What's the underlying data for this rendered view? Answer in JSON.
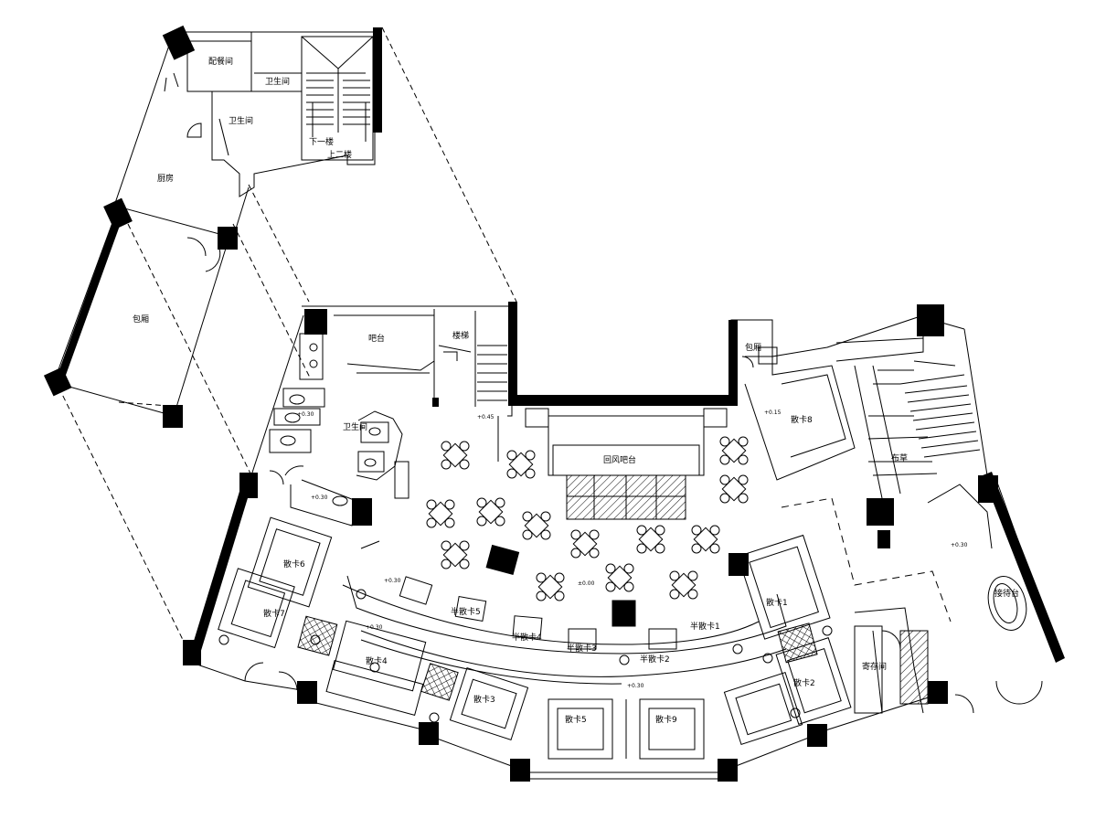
{
  "plan": {
    "rooms": [
      {
        "key": "r_a",
        "text": "配餐间"
      },
      {
        "key": "r_b",
        "text": "卫生间"
      },
      {
        "key": "r_c",
        "text": "厨房"
      },
      {
        "key": "r_d",
        "text": "包厢"
      },
      {
        "key": "r_e",
        "text": "布草"
      },
      {
        "key": "r_f",
        "text": "寄存间"
      },
      {
        "key": "r_g",
        "text": "接待台"
      },
      {
        "key": "r_h",
        "text": "楼梯"
      },
      {
        "key": "r_i",
        "text": "吧台"
      }
    ],
    "stairs": {
      "down": "下一楼",
      "up": "上二楼"
    },
    "bar_counter": "回风吧台",
    "booths": [
      {
        "key": "b_6",
        "text": "散卡6"
      },
      {
        "key": "b_7",
        "text": "散卡7"
      },
      {
        "key": "b_8",
        "text": "散卡8"
      },
      {
        "key": "b_4",
        "text": "散卡4"
      },
      {
        "key": "b_5",
        "text": "散卡5"
      },
      {
        "key": "b_3",
        "text": "散卡3"
      },
      {
        "key": "b_2",
        "text": "散卡2"
      },
      {
        "key": "b_1",
        "text": "散卡1"
      },
      {
        "key": "b_9",
        "text": "散卡9"
      }
    ],
    "half_booths": [
      {
        "key": "h_1",
        "text": "半散卡1"
      },
      {
        "key": "h_2",
        "text": "半散卡2"
      },
      {
        "key": "h_3",
        "text": "半散卡3"
      },
      {
        "key": "h_4",
        "text": "半散卡4"
      },
      {
        "key": "h_5",
        "text": "半散卡5"
      }
    ],
    "elevations": [
      {
        "key": "e1",
        "text": "±0.00"
      },
      {
        "key": "e2",
        "text": "+0.30"
      },
      {
        "key": "e3",
        "text": "+0.30"
      },
      {
        "key": "e4",
        "text": "+0.30"
      },
      {
        "key": "e5",
        "text": "+0.15"
      },
      {
        "key": "e6",
        "text": "+0.30"
      },
      {
        "key": "e7",
        "text": "+0.30"
      },
      {
        "key": "e8",
        "text": "+0.45"
      },
      {
        "key": "e9",
        "text": "+0.30"
      }
    ],
    "colors": {
      "line": "#000000",
      "background": "#ffffff"
    }
  }
}
